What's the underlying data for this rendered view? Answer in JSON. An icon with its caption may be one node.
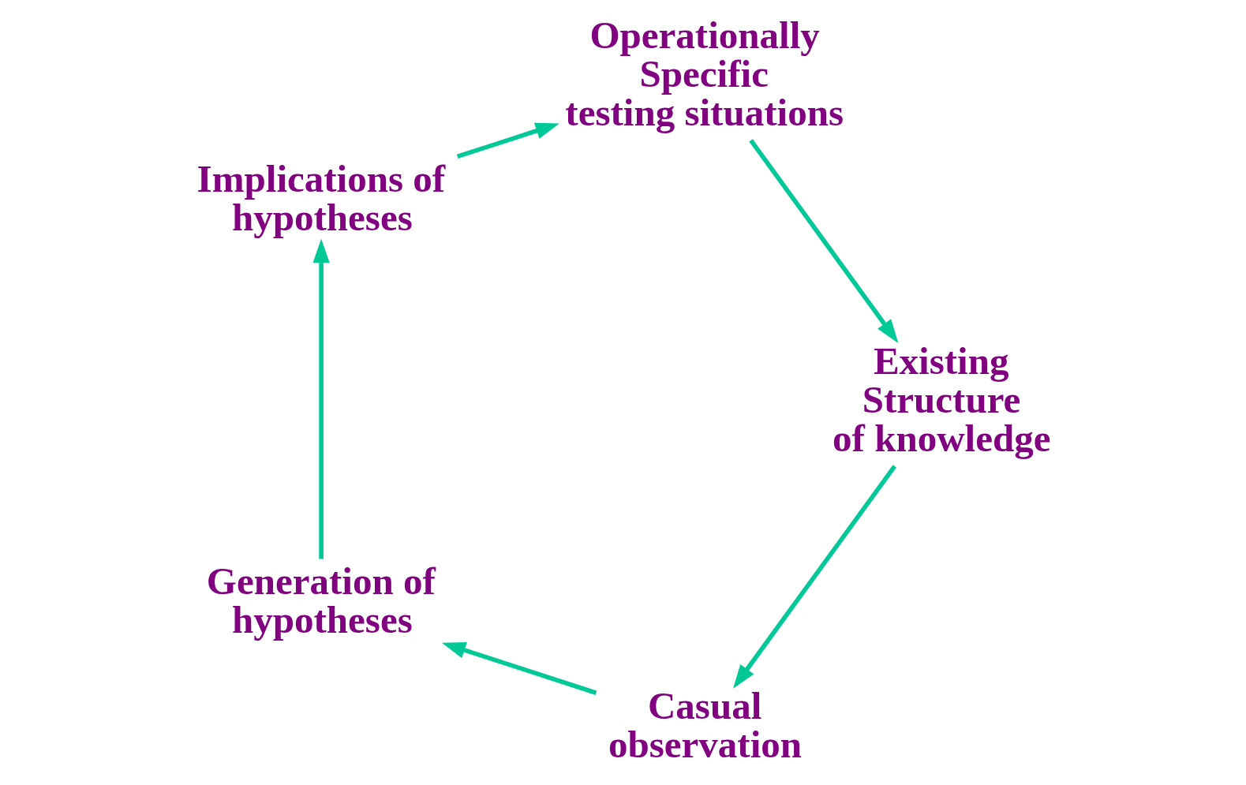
{
  "diagram": {
    "nodes": [
      {
        "text": [
          "Casual observation"
        ]
      },
      {
        "text": [
          "Generation of hypotheses"
        ]
      },
      {
        "text": [
          "Implications of hypotheses"
        ]
      },
      {
        "text": [
          "Operationally Specific testing situations"
        ]
      },
      {
        "text": [
          "Existing Structure of knowledge"
        ]
      }
    ],
    "edges": [
      {
        "from": 0,
        "to": 1,
        "arrow": "to"
      },
      {
        "from": 1,
        "to": 2,
        "arrow": "to"
      },
      {
        "from": 2,
        "to": 3,
        "arrow": "to"
      },
      {
        "from": 3,
        "to": 4,
        "arrow": "to"
      },
      {
        "from": 4,
        "to": 0,
        "arrow": "to"
      }
    ]
  }
}
